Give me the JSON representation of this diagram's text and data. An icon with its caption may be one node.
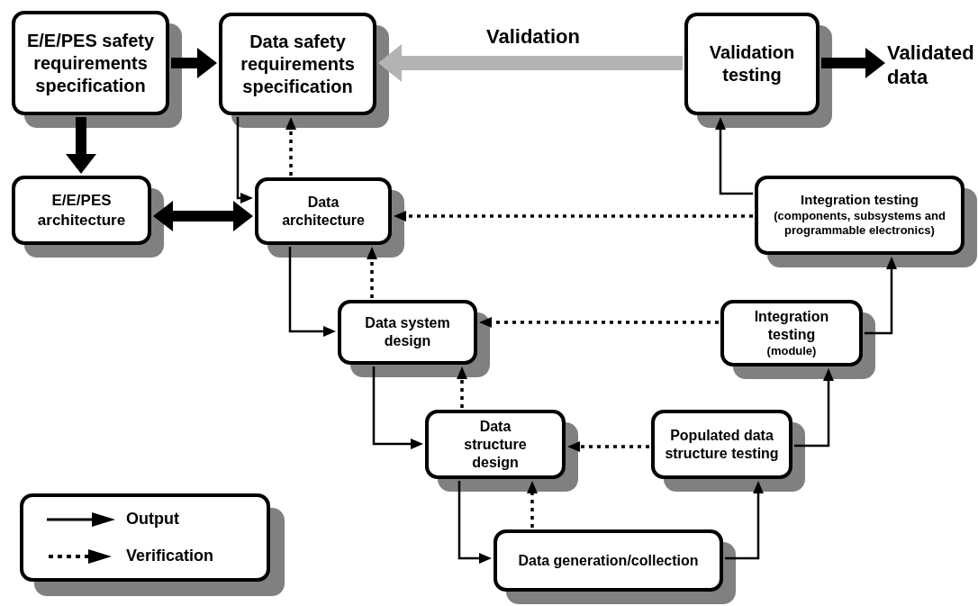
{
  "diagram": {
    "nodes": [
      {
        "text": [
          "E/E/PES safety requirements specification"
        ]
      },
      {
        "text": [
          "Data safety requirements specification"
        ]
      },
      {
        "text": [
          "Validation testing"
        ]
      },
      {
        "text": [
          "Validated data"
        ]
      },
      {
        "text": [
          "E/E/PES architecture"
        ]
      },
      {
        "text": [
          "Data architecture"
        ]
      },
      {
        "text": [
          "Integration testing",
          "(components, subsystems and programmable electronics)"
        ]
      },
      {
        "text": [
          "Data system design"
        ]
      },
      {
        "text": [
          "Integration testing",
          "(module)"
        ]
      },
      {
        "text": [
          "Data structure design"
        ]
      },
      {
        "text": [
          "Populated data structure testing"
        ]
      },
      {
        "text": [
          "Data generation/collection"
        ]
      }
    ],
    "edges": [
      {
        "from": 0,
        "to": 1,
        "arrow": "to",
        "style": "thick"
      },
      {
        "from": 0,
        "to": 4,
        "arrow": "to",
        "style": "thick"
      },
      {
        "from": 4,
        "to": 5,
        "arrow": "both",
        "style": "thick"
      },
      {
        "from": 2,
        "to": 1,
        "arrow": "to",
        "style": "thick",
        "color": "#b3b3b3",
        "label": "Validation"
      },
      {
        "from": 1,
        "to": 5,
        "arrow": "to"
      },
      {
        "from": 5,
        "to": 1,
        "arrow": "to",
        "style": "dashed"
      },
      {
        "from": 6,
        "to": 5,
        "arrow": "to",
        "style": "dashed"
      },
      {
        "from": 6,
        "to": 2,
        "arrow": "to"
      },
      {
        "from": 5,
        "to": 7,
        "arrow": "to"
      },
      {
        "from": 7,
        "to": 5,
        "arrow": "to",
        "style": "dashed"
      },
      {
        "from": 8,
        "to": 7,
        "arrow": "to",
        "style": "dashed"
      },
      {
        "from": 8,
        "to": 6,
        "arrow": "to"
      },
      {
        "from": 7,
        "to": 9,
        "arrow": "to"
      },
      {
        "from": 9,
        "to": 7,
        "arrow": "to",
        "style": "dashed"
      },
      {
        "from": 10,
        "to": 9,
        "arrow": "to",
        "style": "dashed"
      },
      {
        "from": 10,
        "to": 8,
        "arrow": "to"
      },
      {
        "from": 9,
        "to": 11,
        "arrow": "to"
      },
      {
        "from": 11,
        "to": 9,
        "arrow": "to",
        "style": "dashed"
      },
      {
        "from": 11,
        "to": 10,
        "arrow": "to"
      },
      {
        "from": 2,
        "to": 3,
        "arrow": "to",
        "style": "thick"
      }
    ],
    "legend": [
      {
        "text": "Output"
      },
      {
        "text": "Verification"
      }
    ]
  }
}
